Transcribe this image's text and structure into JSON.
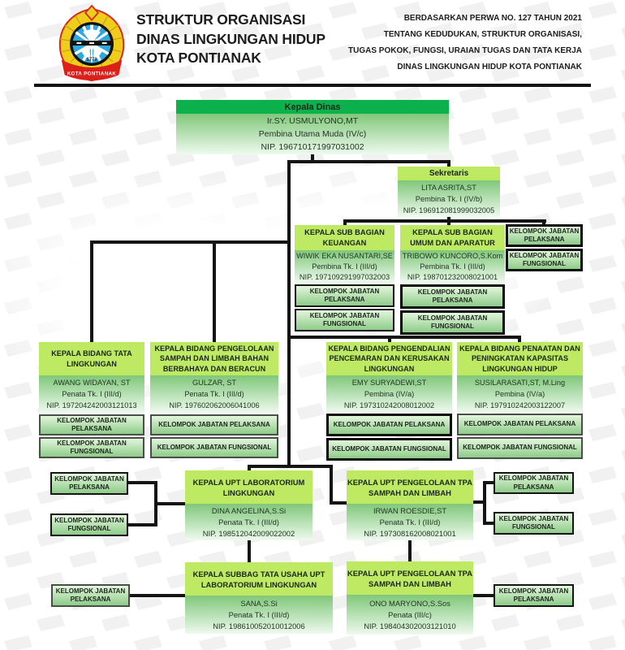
{
  "header": {
    "title_lines": [
      "STRUKTUR ORGANISASI",
      "DINAS LINGKUNGAN HIDUP",
      "KOTA PONTIANAK"
    ],
    "legal_lines": [
      "BERDASARKAN PERWA NO. 127 TAHUN 2021",
      "TENTANG KEDUDUKAN, STRUKTUR ORGANISASI,",
      "TUGAS POKOK, FUNGSI, URAIAN TUGAS DAN TATA KERJA",
      "DINAS LINGKUNGAN HIDUP KOTA PONTIANAK"
    ],
    "logo": {
      "banner": "KOTA PONTIANAK",
      "year": "1771"
    }
  },
  "labels": {
    "pelaksana": "KELOMPOK JABATAN PELAKSANA",
    "fungsional": "KELOMPOK JABATAN FUNGSIONAL"
  },
  "nodes": {
    "kepala_dinas": {
      "title": "Kepala Dinas",
      "name": "Ir.SY. USMULYONO,MT",
      "rank": "Pembina Utama Muda (IV/c)",
      "nip": "NIP. 196710171997031002"
    },
    "sekretaris": {
      "title": "Sekretaris",
      "name": "LITA ASRITA,ST",
      "rank": "Pembina Tk. I (IV/b)",
      "nip": "NIP. 196912081999032005"
    },
    "subbag_keuangan": {
      "title": "KEPALA SUB BAGIAN KEUANGAN",
      "name": "WIWIK EKA NUSANTARI,SE",
      "rank": "Pembina Tk. I (III/d)",
      "nip": "NIP. 197109291997032003"
    },
    "subbag_umum": {
      "title": "KEPALA SUB BAGIAN UMUM DAN APARATUR",
      "name": "TRIBOWO KUNCORO,S.Kom",
      "rank": "Pembina Tk. I (III/d)",
      "nip": "NIP. 198701232008021001"
    },
    "bidang_tata": {
      "title": "KEPALA BIDANG TATA LINGKUNGAN",
      "name": "AWANG WIDAYAN, ST",
      "rank": "Penata Tk. I (III/d)",
      "nip": "NIP. 197204242003121013"
    },
    "bidang_sampah": {
      "title": "KEPALA BIDANG PENGELOLAAN SAMPAH DAN LIMBAH BAHAN BERBAHAYA DAN BERACUN",
      "name": "GULZAR, ST",
      "rank": "Penata Tk. I (III/d)",
      "nip": "NIP. 197602062006041006"
    },
    "bidang_pencemaran": {
      "title": "KEPALA BIDANG PENGENDALIAN PENCEMARAN DAN KERUSAKAN LINGKUNGAN",
      "name": "EMY SURYADEWI,ST",
      "rank": "Pembina (IV/a)",
      "nip": "NIP. 197310242008012002"
    },
    "bidang_penaatan": {
      "title": "KEPALA BIDANG PENAATAN DAN PENINGKATAN KAPASITAS LINGKUNGAN HIDUP",
      "name": "SUSILARASATI,ST, M.Ling",
      "rank": "Pembina (IV/a)",
      "nip": "NIP. 197910242003122007"
    },
    "upt_lab": {
      "title": "KEPALA UPT LABORATORIUM LINGKUNGAN",
      "name": "DINA ANGELINA,S.Si",
      "rank": "Penata Tk. I (III/d)",
      "nip": "NIP. 198512042009022002"
    },
    "upt_tpa": {
      "title": "KEPALA UPT PENGELOLAAN TPA SAMPAH DAN LIMBAH",
      "name": "IRWAN ROESDIE,ST",
      "rank": "Penata Tk. I (III/d)",
      "nip": "NIP. 197308162008021001"
    },
    "subbag_tu_lab": {
      "title": "KEPALA SUBBAG TATA USAHA UPT LABORATORIUM LINGKUNGAN",
      "name": "SANA,S.Si",
      "rank": "Penata Tk. I (III/d)",
      "nip": "NIP. 198610052010012006"
    },
    "upt_tpa_bawah": {
      "title": "KEPALA UPT PENGELOLAAN TPA SAMPAH DAN LIMBAH",
      "name": "ONO MARYONO,S.Sos",
      "rank": "Penata (III/c)",
      "nip": "NIP. 198404302003121010"
    }
  },
  "colors": {
    "accent_green": "#0db14b",
    "lime_green": "#bdea62",
    "body_gradient_top": "#80c77a",
    "kelompok_gradient_bottom": "#8ecb89",
    "line": "#141414"
  }
}
